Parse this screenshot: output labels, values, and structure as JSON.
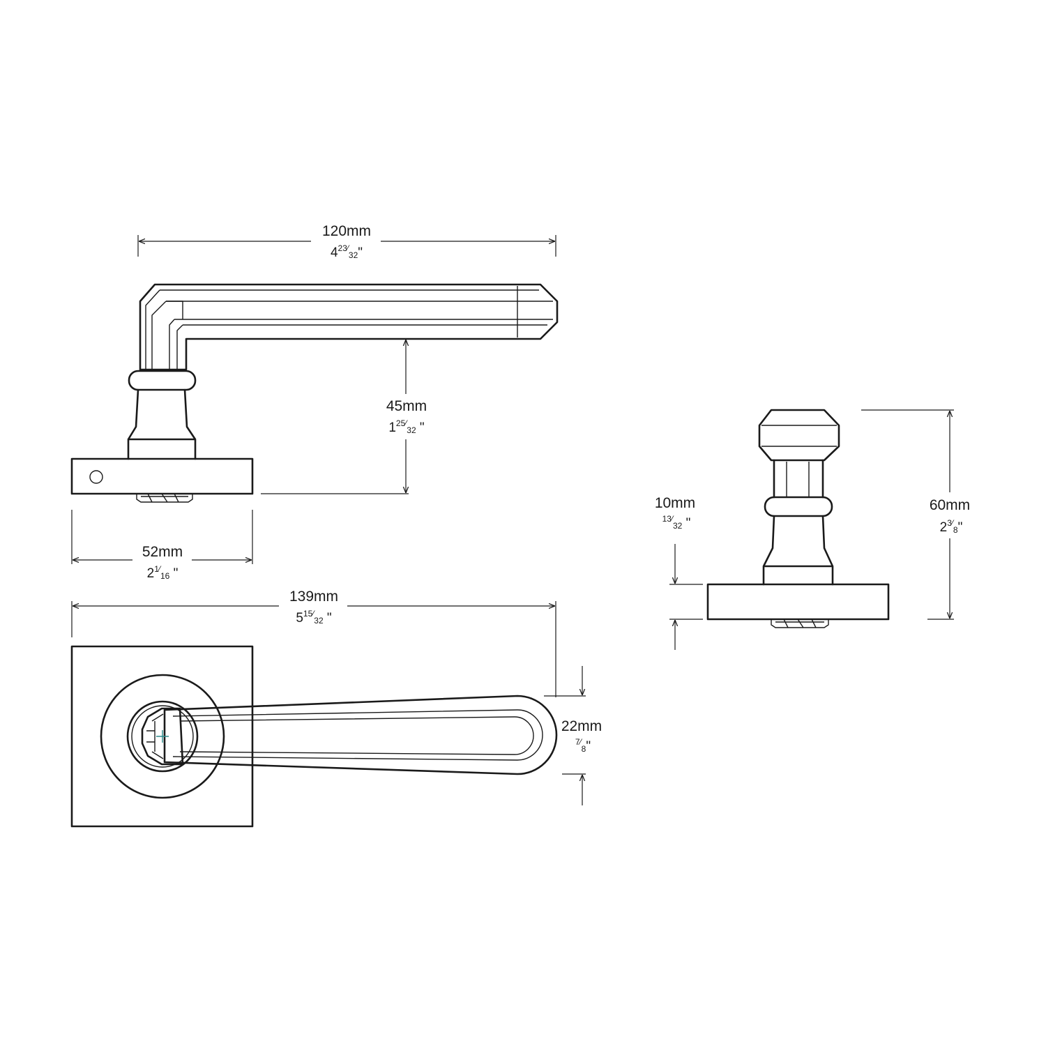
{
  "colors": {
    "line": "#1a1a1a",
    "center_mark": "#2a8a8a",
    "background": "#ffffff"
  },
  "dimensions": {
    "lever_length": {
      "mm": "120mm",
      "whole": "4",
      "num": "23",
      "den": "32",
      "mark": "\""
    },
    "projection": {
      "mm": "45mm",
      "whole": "1",
      "num": "25",
      "den": "32",
      "mark": " \""
    },
    "rose_width": {
      "mm": "52mm",
      "whole": "2",
      "num": "1",
      "den": "16",
      "mark": " \""
    },
    "overall_length": {
      "mm": "139mm",
      "whole": "5",
      "num": "15",
      "den": "32",
      "mark": " \""
    },
    "lever_width": {
      "mm": "22mm",
      "whole": "",
      "num": "7",
      "den": "8",
      "mark": "\""
    },
    "rose_thickness": {
      "mm": "10mm",
      "whole": "",
      "num": "13",
      "den": "32",
      "mark": " \""
    },
    "overall_height": {
      "mm": "60mm",
      "whole": "2",
      "num": "3",
      "den": "8",
      "mark": "\""
    }
  }
}
